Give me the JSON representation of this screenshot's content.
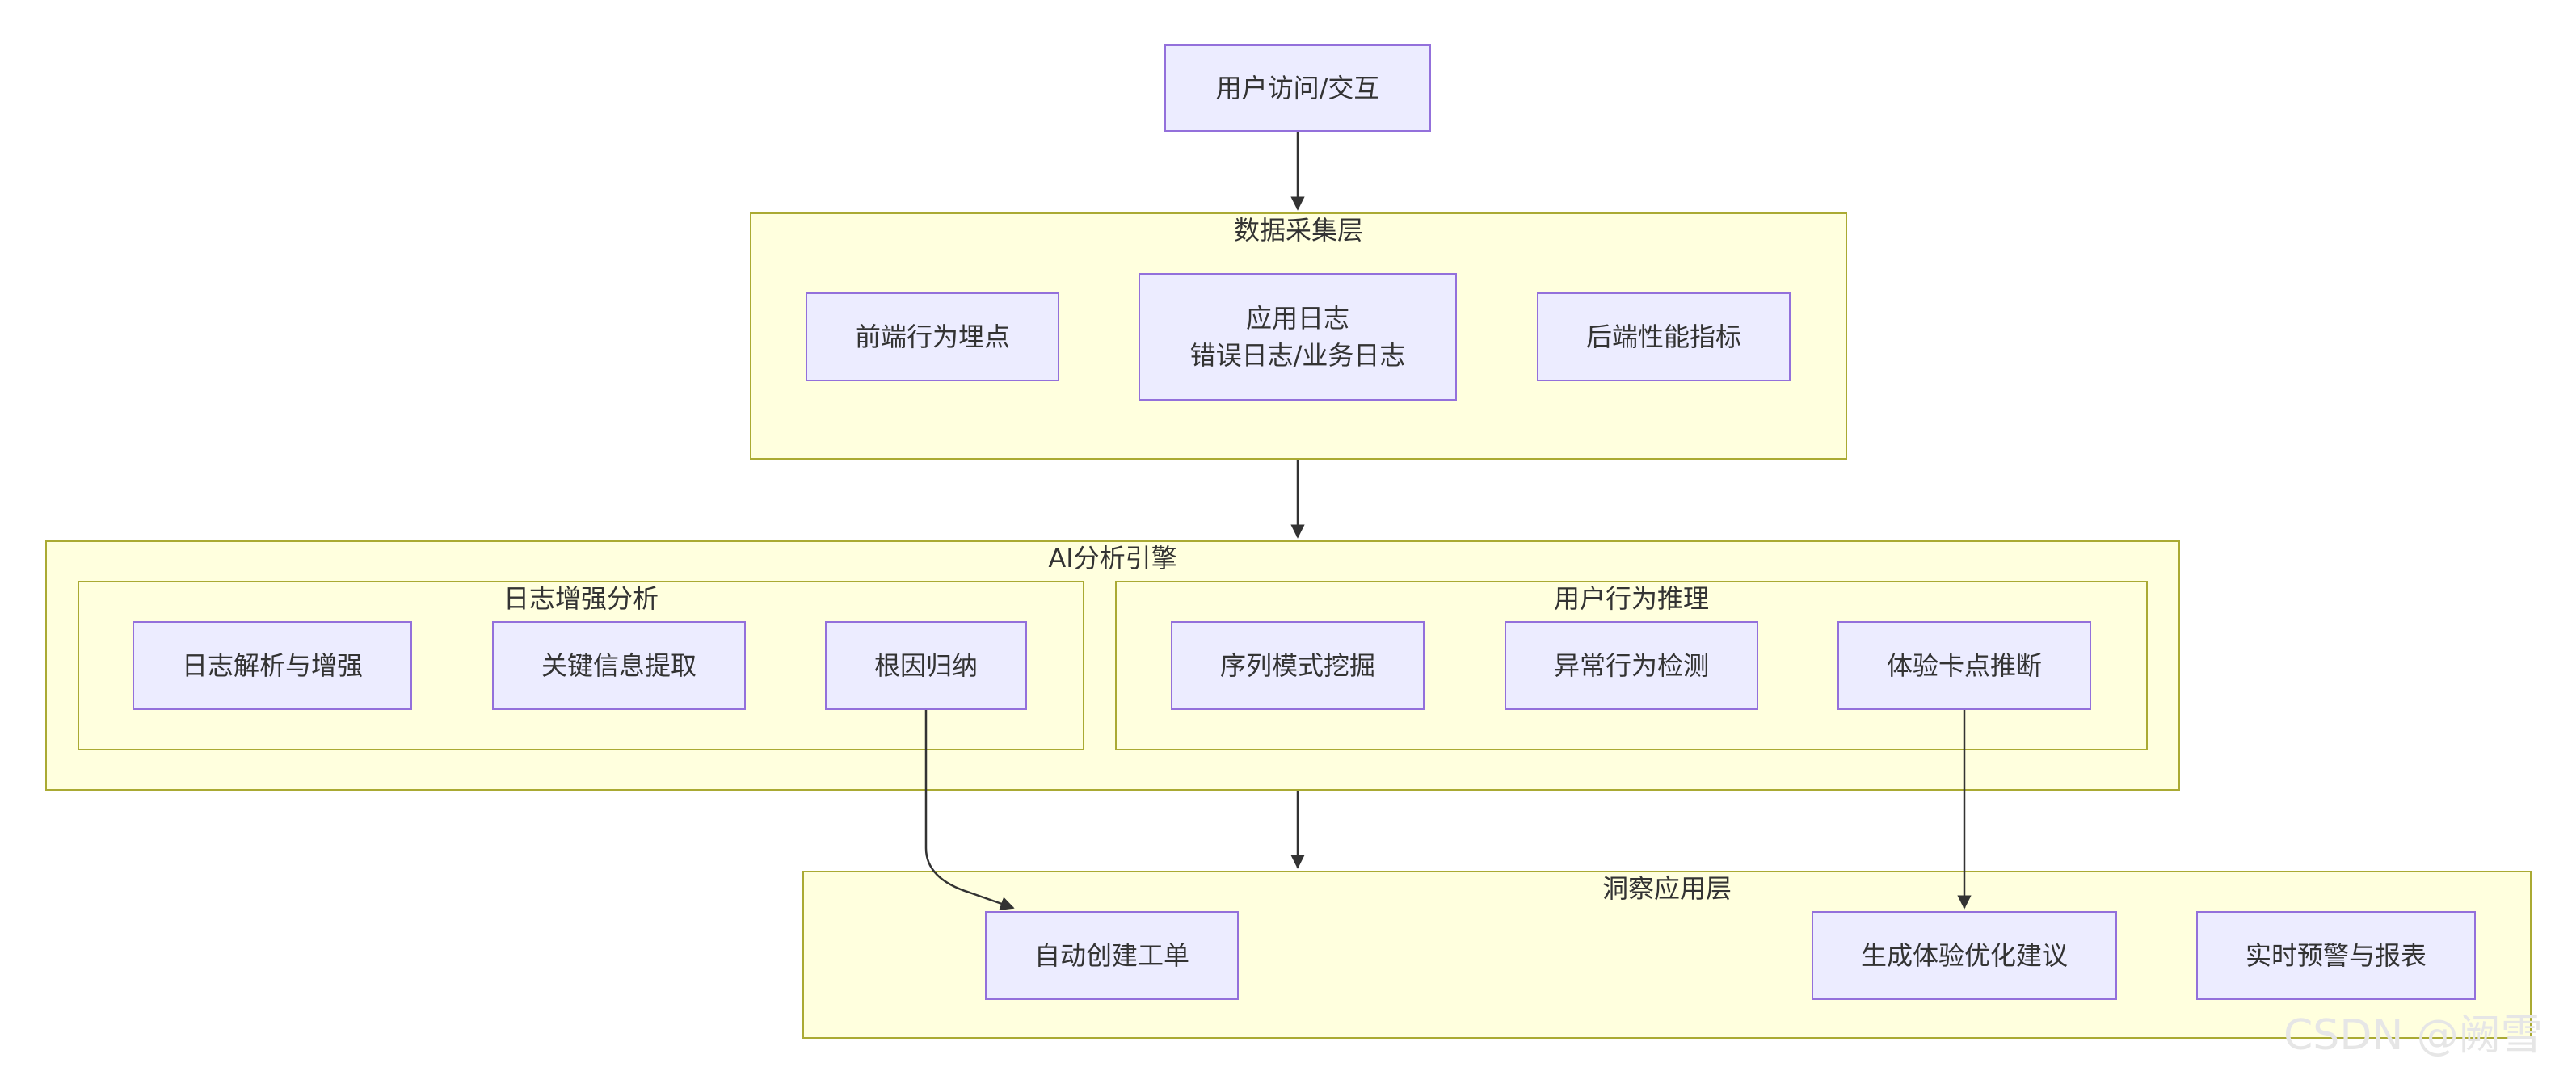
{
  "nodes": {
    "user_access": "用户访问/交互",
    "frontend_tracking": "前端行为埋点",
    "app_log_line1": "应用日志",
    "app_log_line2": "错误日志/业务日志",
    "backend_metrics": "后端性能指标",
    "log_parse": "日志解析与增强",
    "key_info": "关键信息提取",
    "root_cause": "根因归纳",
    "seq_mining": "序列模式挖掘",
    "anomaly": "异常行为检测",
    "stuck_point": "体验卡点推断",
    "auto_ticket": "自动创建工单",
    "optimize_advice": "生成体验优化建议",
    "realtime_alert": "实时预警与报表"
  },
  "clusters": {
    "collect": "数据采集层",
    "ai_engine": "AI分析引擎",
    "log_enhance": "日志增强分析",
    "behavior_infer": "用户行为推理",
    "insight": "洞察应用层"
  },
  "watermark": "CSDN @阙雪",
  "colors": {
    "node_fill": "#ececff",
    "node_border": "#9370db",
    "cluster_fill": "#ffffde",
    "cluster_border": "#aaaa33",
    "edge": "#333333"
  }
}
